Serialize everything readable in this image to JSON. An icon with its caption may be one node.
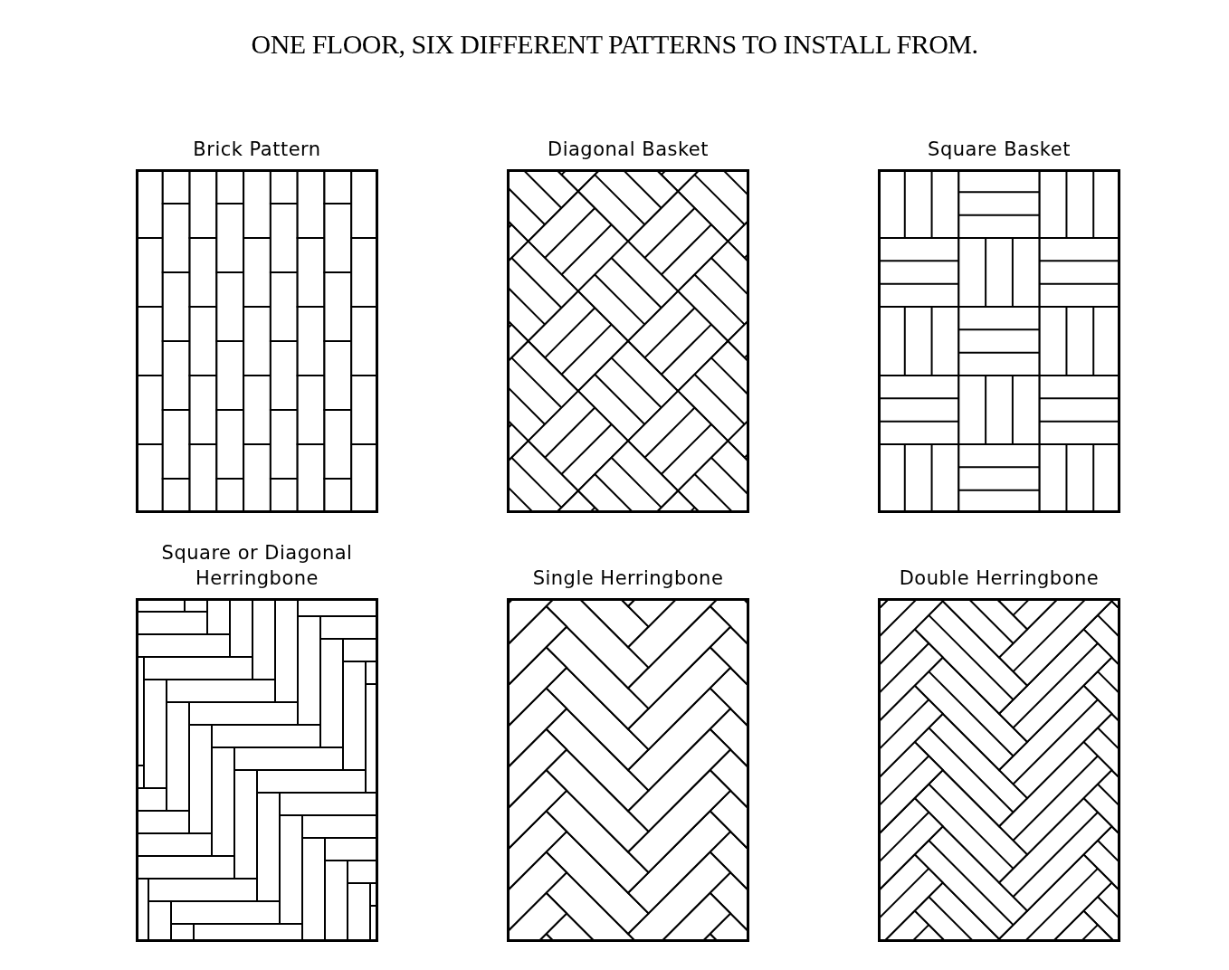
{
  "diagram": {
    "title": "ONE FLOOR, SIX DIFFERENT PATTERNS TO INSTALL FROM.",
    "nodes": [
      {
        "text": [
          "Brick Pattern"
        ]
      },
      {
        "text": [
          "Diagonal Basket"
        ]
      },
      {
        "text": [
          "Square Basket"
        ]
      },
      {
        "text": [
          "Square or Diagonal Herringbone"
        ]
      },
      {
        "text": [
          "Single Herringbone"
        ]
      },
      {
        "text": [
          "Double Herringbone"
        ]
      }
    ]
  }
}
